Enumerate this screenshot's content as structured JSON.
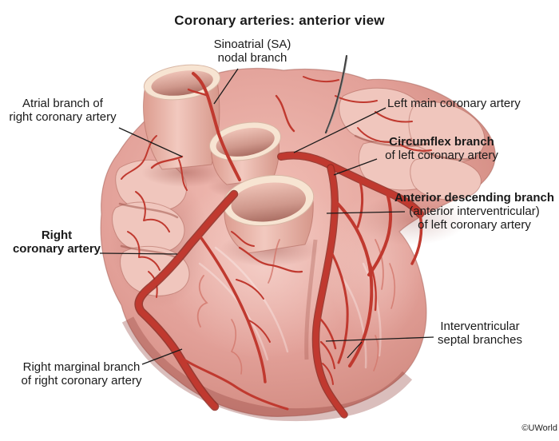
{
  "title": "Coronary arteries: anterior view",
  "copyright": "©UWorld",
  "labels": {
    "sa_nodal": {
      "line1": "Sinoatrial (SA)",
      "line2": "nodal branch"
    },
    "atrial_branch": {
      "line1": "Atrial branch of",
      "line2": "right coronary artery"
    },
    "left_main": {
      "line1": "Left main coronary artery"
    },
    "circumflex": {
      "line1": "Circumflex branch",
      "line2": "of left coronary artery"
    },
    "anterior_descending": {
      "line1": "Anterior descending branch",
      "line2": "(anterior interventricular)",
      "line3": "of left coronary artery"
    },
    "right_coronary": {
      "line1": "Right",
      "line2": "coronary artery"
    },
    "interventricular": {
      "line1": "Interventricular",
      "line2": "septal branches"
    },
    "right_marginal": {
      "line1": "Right marginal branch",
      "line2": "of right coronary artery"
    }
  },
  "colors": {
    "background": "#ffffff",
    "text": "#1a1a1a",
    "leader_line": "#1a1a1a",
    "heart_base": "#dd968e",
    "heart_light": "#f2cdc6",
    "heart_dark": "#b87065",
    "artery": "#c0392f",
    "artery_dark": "#8e2a22",
    "vessel_rim": "#f7e4d2",
    "vessel_lumen": "#c98b80",
    "needle": "#3f3f3f"
  }
}
